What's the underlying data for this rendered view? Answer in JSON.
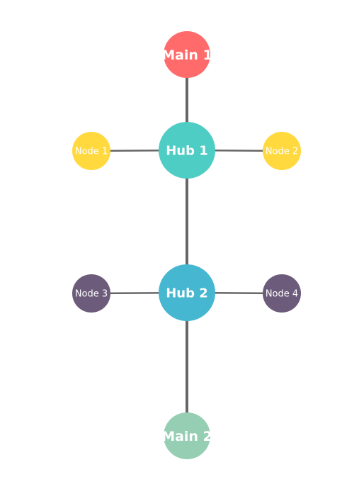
{
  "diagram": {
    "nodes": [
      {
        "id": "main1",
        "label": "Main 1",
        "color": "#FF6B6B",
        "kind": "main"
      },
      {
        "id": "hub1",
        "label": "Hub 1",
        "color": "#4ECDC4",
        "kind": "hub"
      },
      {
        "id": "node1",
        "label": "Node 1",
        "color": "#FFD93D",
        "kind": "leaf"
      },
      {
        "id": "node2",
        "label": "Node 2",
        "color": "#FFD93D",
        "kind": "leaf"
      },
      {
        "id": "hub2",
        "label": "Hub 2",
        "color": "#45B7D1",
        "kind": "hub"
      },
      {
        "id": "node3",
        "label": "Node 3",
        "color": "#6C5B7B",
        "kind": "leaf"
      },
      {
        "id": "node4",
        "label": "Node 4",
        "color": "#6C5B7B",
        "kind": "leaf"
      },
      {
        "id": "main2",
        "label": "Main 2",
        "color": "#96CEB4",
        "kind": "main"
      }
    ],
    "edges": [
      {
        "from": "main1",
        "to": "hub1"
      },
      {
        "from": "hub1",
        "to": "node1"
      },
      {
        "from": "hub1",
        "to": "node2"
      },
      {
        "from": "hub1",
        "to": "hub2"
      },
      {
        "from": "hub2",
        "to": "node3"
      },
      {
        "from": "hub2",
        "to": "node4"
      },
      {
        "from": "hub2",
        "to": "main2"
      }
    ],
    "edge_color": "#666666"
  }
}
